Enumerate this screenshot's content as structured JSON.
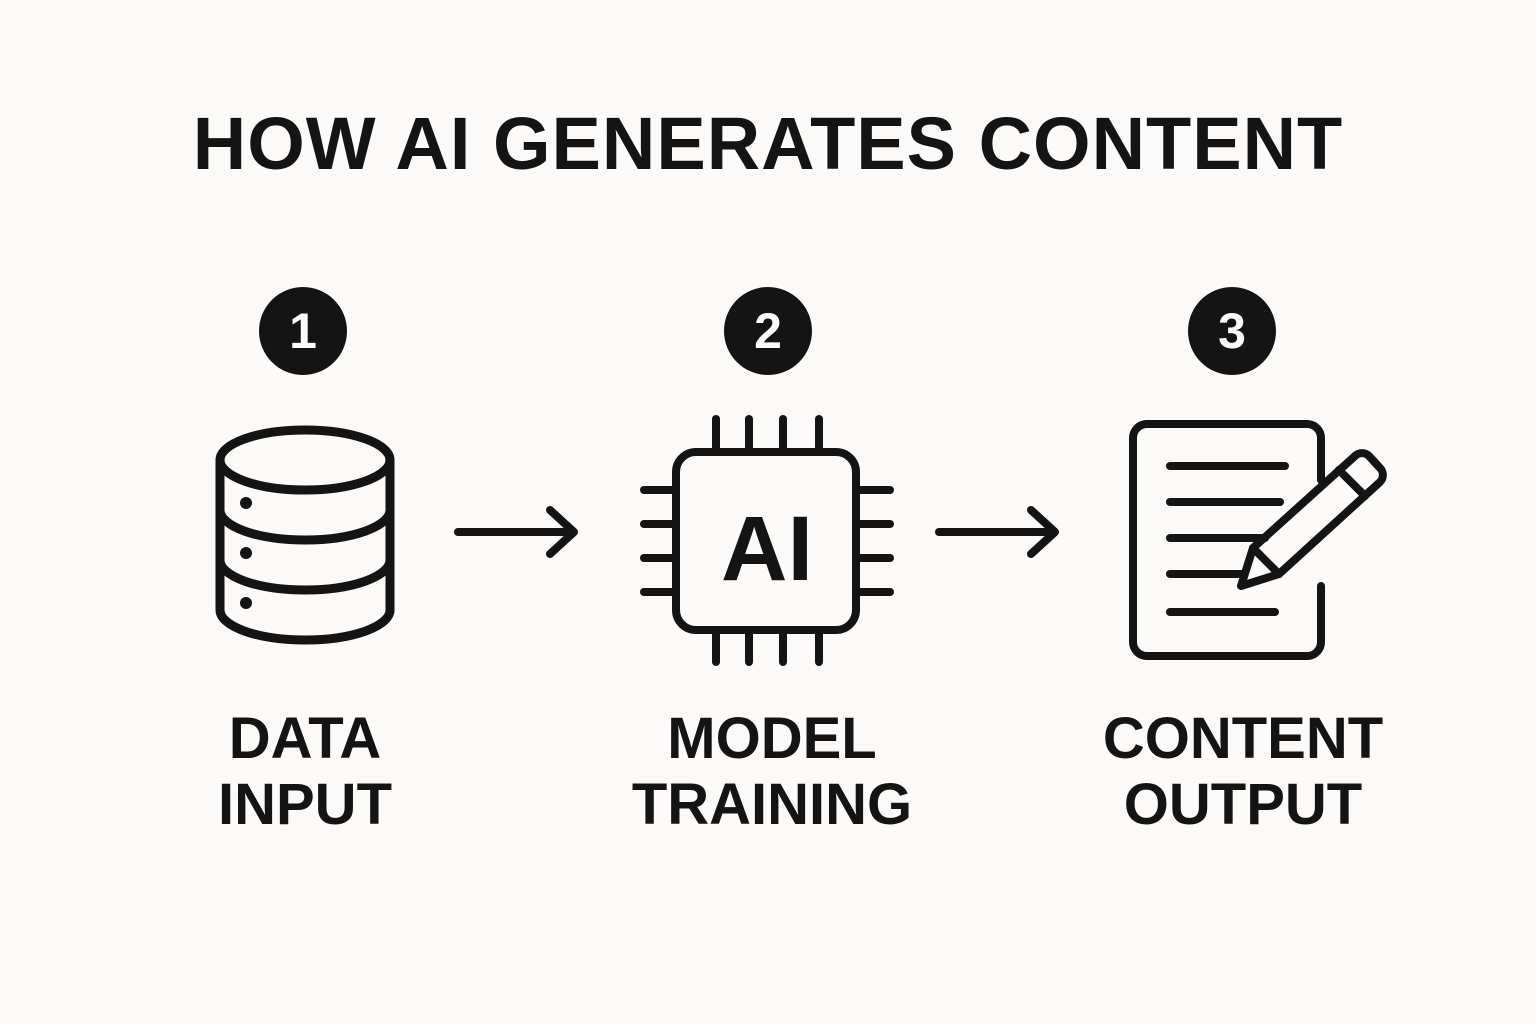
{
  "title": "HOW AI GENERATES CONTENT",
  "steps": [
    {
      "number": "1",
      "icon": "database-icon",
      "label_line1": "DATA",
      "label_line2": "INPUT"
    },
    {
      "number": "2",
      "icon": "ai-chip-icon",
      "icon_text": "AI",
      "label_line1": "MODEL",
      "label_line2": "TRAINING"
    },
    {
      "number": "3",
      "icon": "document-pencil-icon",
      "label_line1": "CONTENT",
      "label_line2": "OUTPUT"
    }
  ],
  "connectors": [
    "arrow-right-icon",
    "arrow-right-icon"
  ],
  "colors": {
    "background": "#fbfaf8",
    "ink": "#141414"
  }
}
